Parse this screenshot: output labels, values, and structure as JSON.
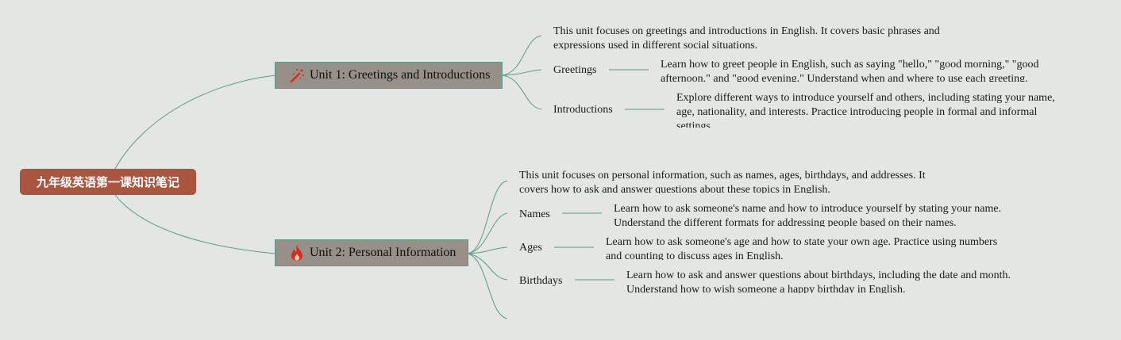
{
  "root": {
    "title": "九年级英语第一课知识笔记"
  },
  "unit1": {
    "title": "Unit 1: Greetings and Introductions",
    "icon": "magic-wand-icon",
    "summary": "This unit focuses on greetings and introductions in English. It covers basic phrases and expressions used in different social situations.",
    "topics": [
      {
        "label": "Greetings",
        "text": "Learn how to greet people in English, such as saying \"hello,\" \"good morning,\" \"good afternoon,\" and \"good evening.\" Understand when and where to use each greeting."
      },
      {
        "label": "Introductions",
        "text": "Explore different ways to introduce yourself and others, including stating your name, age, nationality, and interests. Practice introducing people in formal and informal settings."
      }
    ]
  },
  "unit2": {
    "title": "Unit 2: Personal Information",
    "icon": "fire-icon",
    "summary": "This unit focuses on personal information, such as names, ages, birthdays, and addresses. It covers how to ask and answer questions about these topics in English.",
    "topics": [
      {
        "label": "Names",
        "text": "Learn how to ask someone's name and how to introduce yourself by stating your name. Understand the different formats for addressing people based on their names."
      },
      {
        "label": "Ages",
        "text": "Learn how to ask someone's age and how to state your own age. Practice using numbers and counting to discuss ages in English."
      },
      {
        "label": "Birthdays",
        "text": "Learn how to ask and answer questions about birthdays, including the date and month. Understand how to wish someone a happy birthday in English."
      }
    ]
  },
  "colors": {
    "background": "#e3e6e2",
    "root": "#a9553f",
    "unit": "#979088",
    "connector": "#5c9a86",
    "icon": "#d62b1f"
  }
}
